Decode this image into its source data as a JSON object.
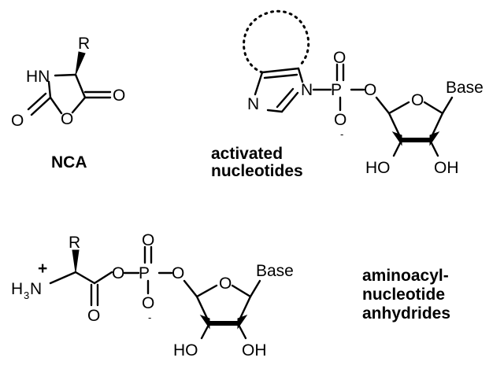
{
  "nca": {
    "label": "NCA",
    "atom_R": "R",
    "atom_HN": "HN",
    "atom_O_ring": "O",
    "atom_O_left": "O",
    "atom_O_right": "O"
  },
  "activated": {
    "label_line1": "activated",
    "label_line2": "nucleotides",
    "atom_N_ring_left": "N",
    "atom_N_ring_right": "N",
    "atom_P": "P",
    "atom_O_top": "O",
    "atom_O_minus": "O",
    "charge_minus": "-",
    "atom_O_bridge": "O",
    "atom_O_sugar": "O",
    "base": "Base",
    "oh_left": "HO",
    "oh_right": "OH"
  },
  "aminoacyl": {
    "label_line1": "aminoacyl-",
    "label_line2": "nucleotide",
    "label_line3": "anhydrides",
    "atom_R": "R",
    "charge_plus": "+",
    "atom_H": "H",
    "atom_sub3": "3",
    "atom_N": "N",
    "atom_O_carbonyl": "O",
    "atom_O_bridge1": "O",
    "atom_P": "P",
    "atom_O_top": "O",
    "atom_O_minus": "O",
    "charge_minus": "-",
    "atom_O_bridge2": "O",
    "atom_O_sugar": "O",
    "base": "Base",
    "oh_left": "HO",
    "oh_right": "OH"
  }
}
